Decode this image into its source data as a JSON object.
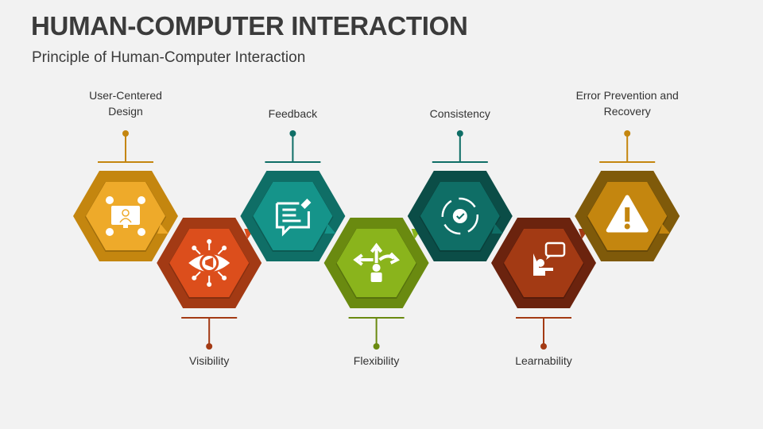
{
  "title": "HUMAN-COMPUTER INTERACTION",
  "subtitle": "Principle of Human-Computer Interaction",
  "items": [
    {
      "label": "User-Centered\nDesign",
      "position": "top",
      "icon": "user-monitor-network-icon",
      "outer": "#c4860f",
      "inner": "#eeaa2a",
      "line": "#c4860f"
    },
    {
      "label": "Visibility",
      "position": "bottom",
      "icon": "eye-megaphone-icon",
      "outer": "#a33a14",
      "inner": "#dc4e1c",
      "line": "#a33a14"
    },
    {
      "label": "Feedback",
      "position": "top",
      "icon": "chat-edit-icon",
      "outer": "#0f6e66",
      "inner": "#15948a",
      "line": "#0f6e66"
    },
    {
      "label": "Flexibility",
      "position": "bottom",
      "icon": "person-arrows-icon",
      "outer": "#6a8a10",
      "inner": "#8ab41c",
      "line": "#6a8a10"
    },
    {
      "label": "Consistency",
      "position": "top",
      "icon": "cycle-check-icon",
      "outer": "#0b4d47",
      "inner": "#0f6e66",
      "line": "#0f6e66"
    },
    {
      "label": "Learnability",
      "position": "bottom",
      "icon": "teacher-speech-icon",
      "outer": "#6b230e",
      "inner": "#a33a14",
      "line": "#a33a14"
    },
    {
      "label": "Error Prevention and\nRecovery",
      "position": "top",
      "icon": "warning-icon",
      "outer": "#7f5a0a",
      "inner": "#c4860f",
      "line": "#c4860f"
    }
  ]
}
